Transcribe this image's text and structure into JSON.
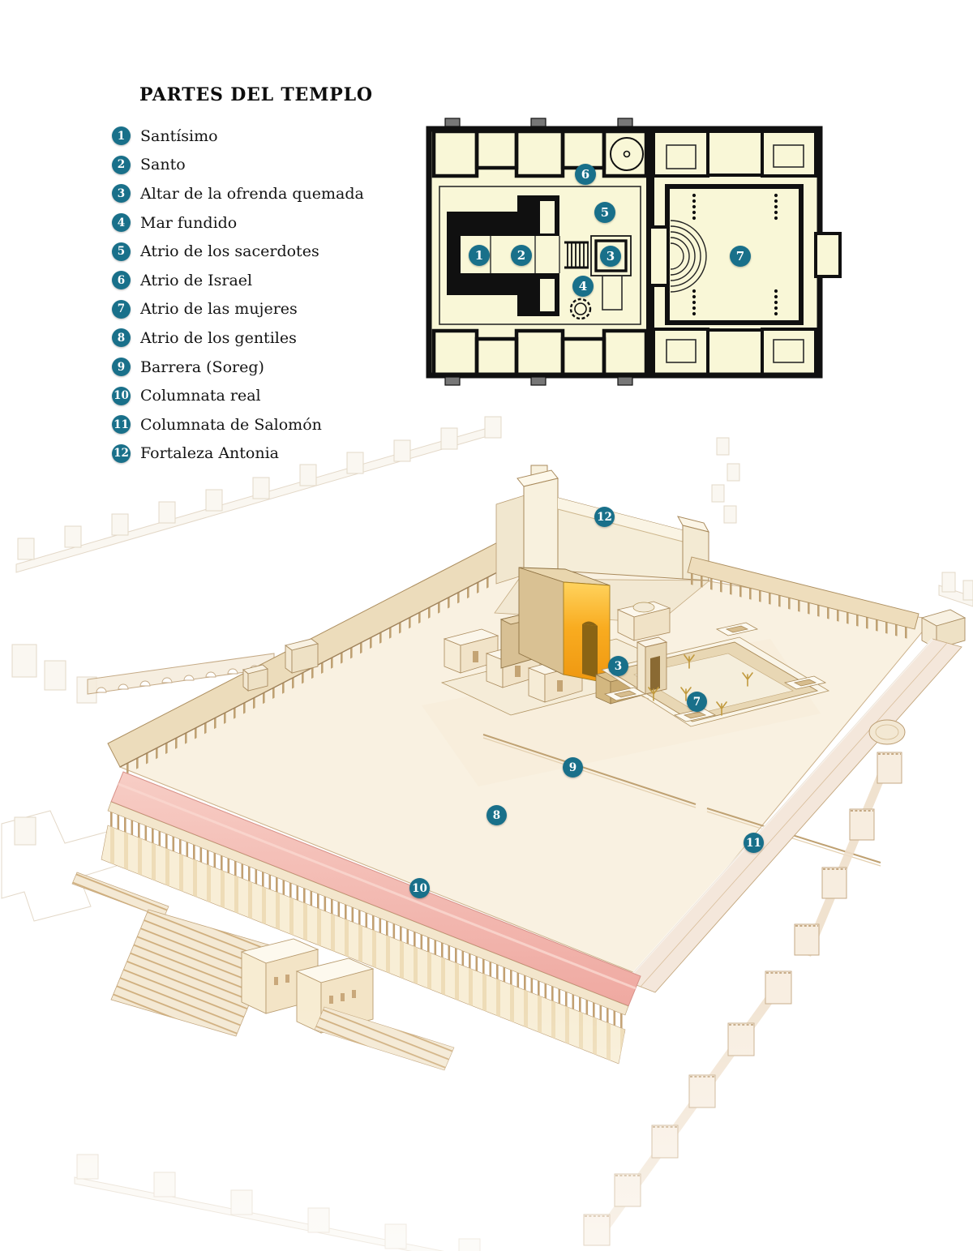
{
  "title": "PARTES DEL TEMPLO",
  "colors": {
    "badge_teal": "#19708a",
    "plan_background": "#f9f7d7",
    "plan_line": "#101010",
    "gold_facade": "#f9b32a",
    "stoa_pink_roof": "#f3b7af",
    "plaza_cream": "#f9f1e1"
  },
  "legend": {
    "items": [
      {
        "num": "1",
        "label": "Santísimo"
      },
      {
        "num": "2",
        "label": "Santo"
      },
      {
        "num": "3",
        "label": "Altar de la ofrenda quemada"
      },
      {
        "num": "4",
        "label": "Mar fundido"
      },
      {
        "num": "5",
        "label": "Atrio de los sacerdotes"
      },
      {
        "num": "6",
        "label": "Atrio de Israel"
      },
      {
        "num": "7",
        "label": "Atrio de las mujeres"
      },
      {
        "num": "8",
        "label": "Atrio de los gentiles"
      },
      {
        "num": "9",
        "label": "Barrera (Soreg)"
      },
      {
        "num": "10",
        "label": "Columnata real"
      },
      {
        "num": "11",
        "label": "Columnata de Salomón"
      },
      {
        "num": "12",
        "label": "Fortaleza Antonia"
      }
    ]
  },
  "floor_plan": {
    "badges": [
      {
        "num": "1"
      },
      {
        "num": "2"
      },
      {
        "num": "3"
      },
      {
        "num": "4"
      },
      {
        "num": "5"
      },
      {
        "num": "6"
      },
      {
        "num": "7"
      }
    ]
  },
  "illustration": {
    "badges": [
      {
        "num": "3"
      },
      {
        "num": "7"
      },
      {
        "num": "8"
      },
      {
        "num": "9"
      },
      {
        "num": "10"
      },
      {
        "num": "11"
      },
      {
        "num": "12"
      }
    ]
  }
}
